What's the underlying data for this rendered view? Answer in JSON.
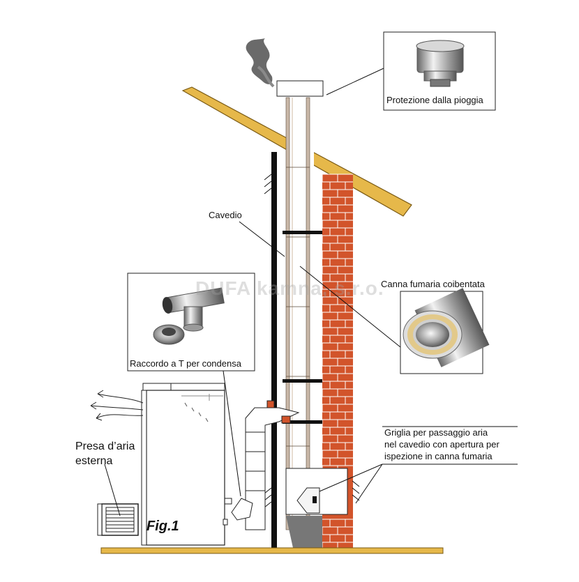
{
  "labels": {
    "rain_cap": "Protezione dalla pioggia",
    "shaft": "Cavedio",
    "insulated_flue": "Canna fumaria coibentata",
    "tee_fitting": "Raccordo a T per condensa",
    "grille_line1": "Griglia per passaggio aria",
    "grille_line2": "nel cavedio con apertura per",
    "grille_line3": "ispezione in canna fumaria",
    "air_intake_line1": "Presa d’aria",
    "air_intake_line2": "esterna",
    "figure": "Fig.1"
  },
  "watermark": "DUFA kamna, s.r.o.",
  "icons": {
    "rain_cap": "rain-cap-photo-icon",
    "tee": "tee-fitting-photo-icon",
    "flue_section": "insulated-flue-section-icon",
    "smoke": "smoke-icon"
  },
  "colors": {
    "roof": "#e6b84a",
    "brick": "#d2542b",
    "mortar": "#ffffff",
    "floor": "#e6b84a",
    "pipe": "#c9b8a8",
    "wall": "#111111"
  }
}
